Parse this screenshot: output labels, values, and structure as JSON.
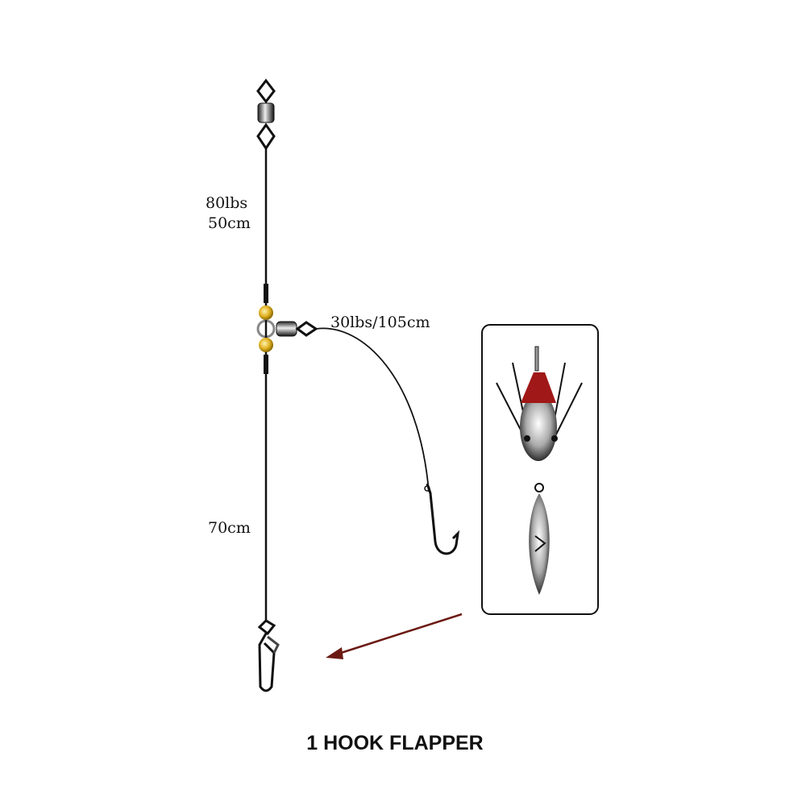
{
  "labels": {
    "top_leader_strength": "80lbs",
    "top_leader_length": "50cm",
    "snood": "30lbs/105cm",
    "bottom_length": "70cm"
  },
  "title": "1 HOOK FLAPPER",
  "colors": {
    "line": "#111111",
    "bead": "#e0b020",
    "lure_head": "#a01818",
    "arrow": "#6b1a12"
  }
}
